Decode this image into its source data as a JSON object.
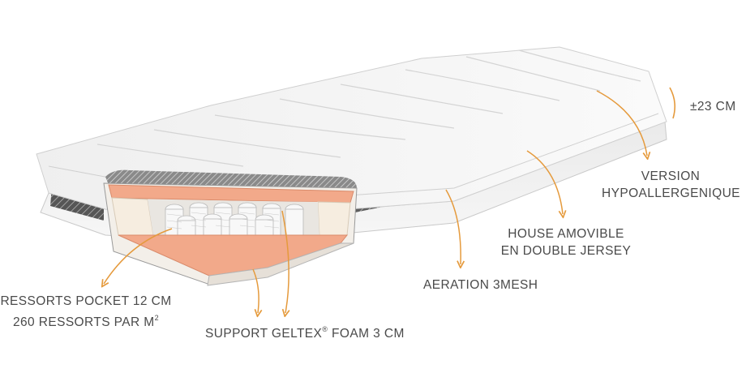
{
  "colors": {
    "arrow": "#e59a3c",
    "text": "#4a4a4a",
    "cover": "#f4f4f4",
    "cover_shadow": "#d9d9d9",
    "foam": "#f2a98a",
    "foam_dark": "#d98a6a",
    "spring": "#f7f7f7"
  },
  "labels": {
    "height": "±23 CM",
    "version_line1": "VERSION",
    "version_line2": "HYPOALLERGENIQUE",
    "house_line1": "HOUSE AMOVIBLE",
    "house_line2": "EN DOUBLE JERSEY",
    "aeration": "AERATION 3MESH",
    "ressorts_line1": "RESSORTS POCKET 12 CM",
    "ressorts_line2_text": "260 RESSORTS PAR M",
    "ressorts_line2_sup": "2",
    "support_text": "SUPPORT GELTEX",
    "support_sup": "®",
    "support_tail": " FOAM 3 CM"
  }
}
